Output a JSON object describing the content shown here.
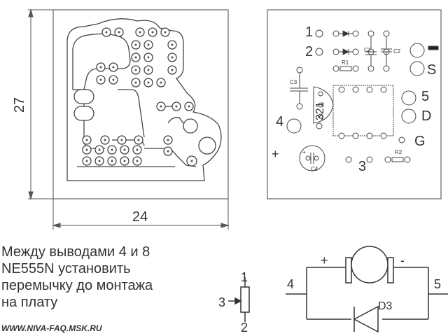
{
  "dimensions": {
    "height": "27",
    "width": "24"
  },
  "pcb_labels": {
    "pin1": "1",
    "pin2": "2",
    "pin3": "3",
    "pin4": "4",
    "pin5": "5",
    "pinS": "S",
    "pinD": "D",
    "pinG": "G",
    "plus": "+",
    "r1": "R1",
    "r2": "R2",
    "c1": "C1",
    "c2": "C2",
    "c3": "C3",
    "c4": "C4",
    "ic_pins": "321"
  },
  "note": {
    "lines": [
      "Между выводами 4 и 8",
      "NE555N установить",
      "перемычку до монтажа",
      " на плату"
    ]
  },
  "website": "WWW.NIVA-FAQ.MSK.RU",
  "pot_labels": {
    "top": "1",
    "side": "3",
    "bottom": "2"
  },
  "schematic_labels": {
    "plus": "+",
    "minus": "-",
    "left": "4",
    "right": "5",
    "diode": "D3"
  }
}
